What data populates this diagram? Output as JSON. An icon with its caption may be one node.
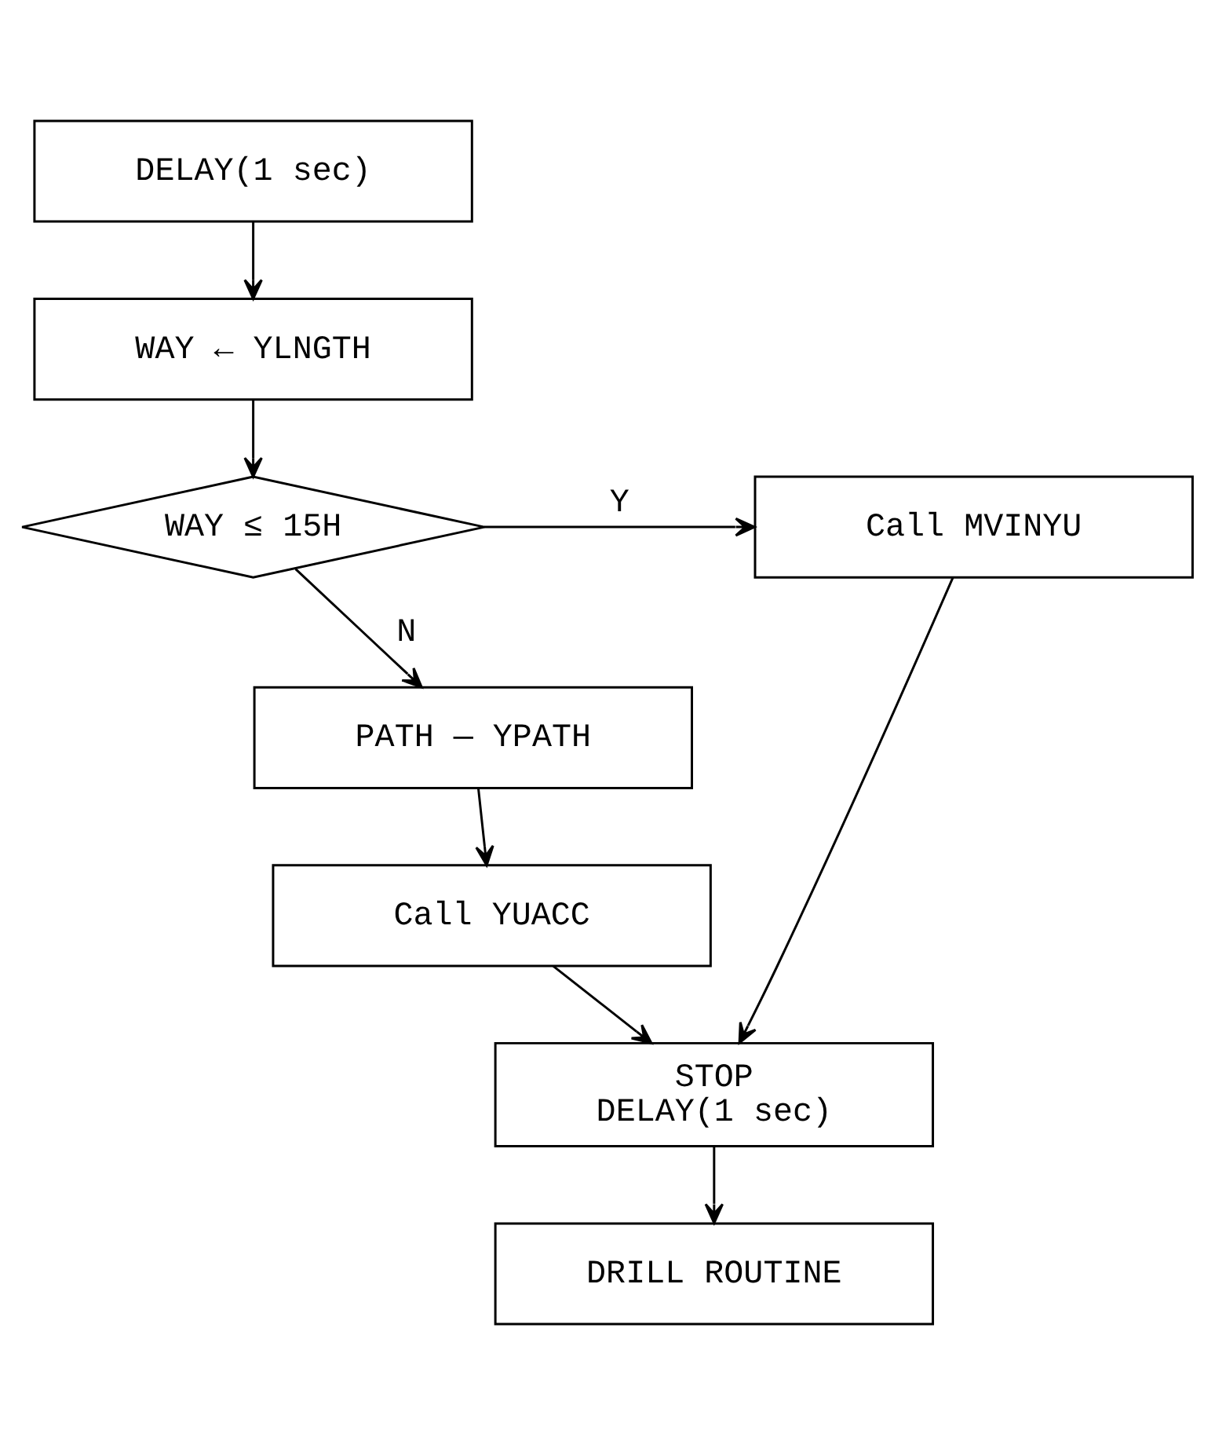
{
  "diagram": {
    "nodes": [
      {
        "text": [
          "DELAY(1 sec)"
        ]
      },
      {
        "text": [
          "WAY ← YLNGTH"
        ]
      },
      {
        "text": [
          "WAY ≤ 15H"
        ]
      },
      {
        "text": [
          "Call MVINYU"
        ]
      },
      {
        "text": [
          "PATH — YPATH"
        ]
      },
      {
        "text": [
          "Call YUACC"
        ]
      },
      {
        "text": [
          "STOP",
          "DELAY(1 sec)"
        ]
      },
      {
        "text": [
          "DRILL ROUTINE"
        ]
      }
    ],
    "edges": [
      {
        "from": 0,
        "to": 1,
        "arrow": "to"
      },
      {
        "from": 1,
        "to": 2,
        "arrow": "to"
      },
      {
        "from": 2,
        "to": 3,
        "arrow": "to",
        "label": "Y"
      },
      {
        "from": 2,
        "to": 4,
        "arrow": "to",
        "label": "N"
      },
      {
        "from": 4,
        "to": 5,
        "arrow": "to"
      },
      {
        "from": 5,
        "to": 6,
        "arrow": "to"
      },
      {
        "from": 3,
        "to": 6,
        "arrow": "to"
      },
      {
        "from": 6,
        "to": 7,
        "arrow": "to"
      }
    ]
  }
}
